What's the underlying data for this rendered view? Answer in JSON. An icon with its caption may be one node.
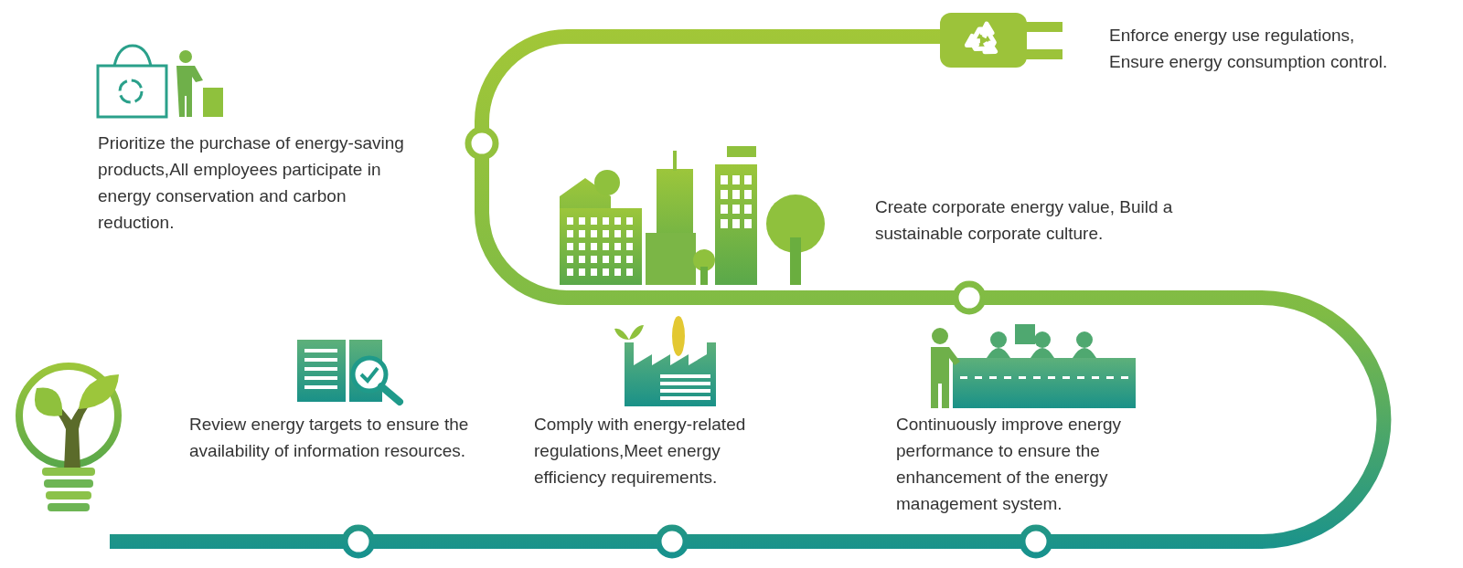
{
  "diagram": {
    "labels": [
      "Enforce energy use regulations, Ensure energy consumption control.",
      "Prioritize the purchase of energy-saving products,All employees participate in energy conservation and carbon reduction.",
      "Create corporate energy value, Build a sustainable corporate culture.",
      "Review energy targets to ensure the availability of information resources.",
      "Comply with energy-related regulations,Meet energy efficiency requirements.",
      "Continuously improve energy performance to ensure the enhancement of the energy management system."
    ]
  }
}
